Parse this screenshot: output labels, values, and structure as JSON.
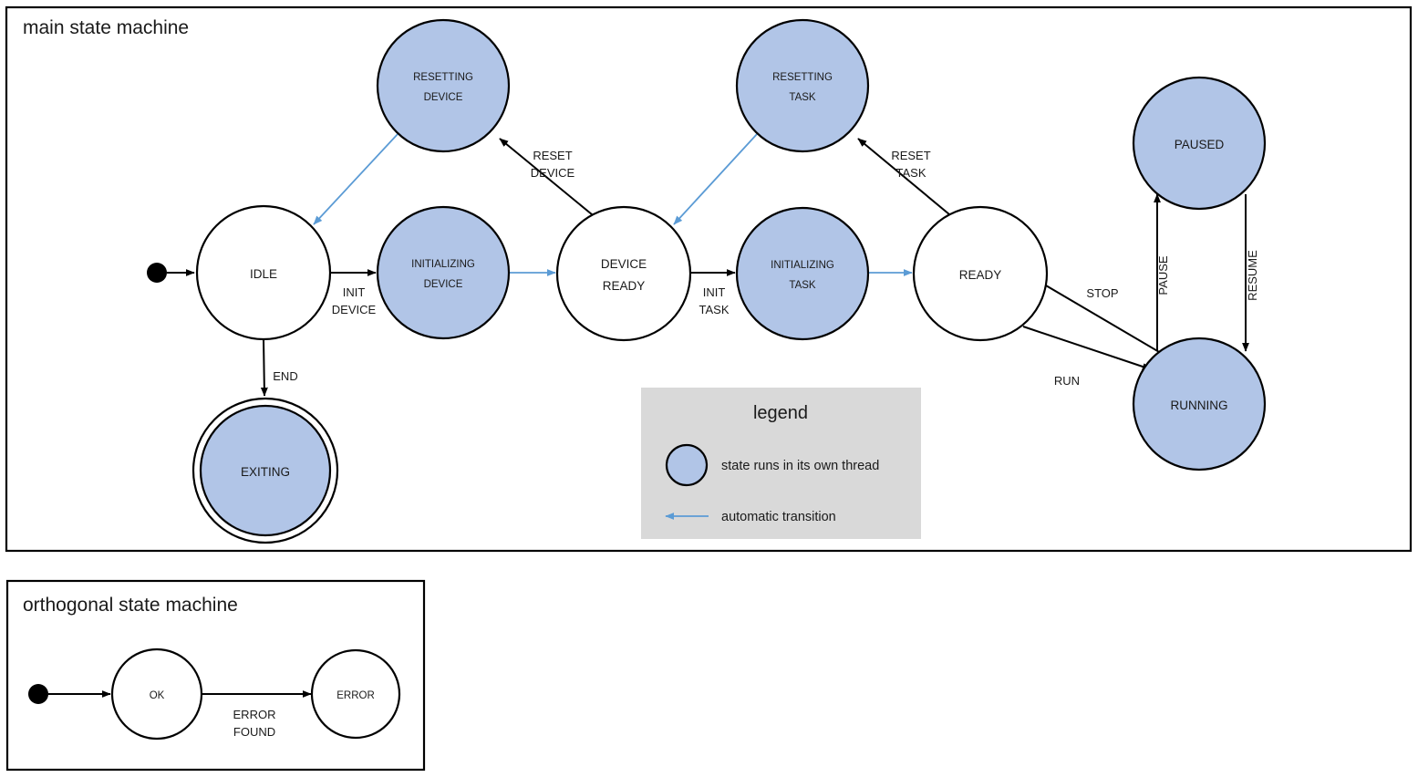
{
  "colors": {
    "thread_state_fill": "#b1c5e7",
    "auto_transition": "#5b9bd5",
    "legend_background": "#d9d9d9",
    "stroke": "#000000",
    "plain_state_fill": "#ffffff"
  },
  "main_frame": {
    "title": "main state machine",
    "states": [
      {
        "id": "idle",
        "label_line1": "IDLE",
        "label_line2": "",
        "threaded": false,
        "final": false
      },
      {
        "id": "resetting-device",
        "label_line1": "RESETTING",
        "label_line2": "DEVICE",
        "threaded": true,
        "final": false
      },
      {
        "id": "initializing-device",
        "label_line1": "INITIALIZING",
        "label_line2": "DEVICE",
        "threaded": true,
        "final": false
      },
      {
        "id": "device-ready",
        "label_line1": "DEVICE",
        "label_line2": "READY",
        "threaded": false,
        "final": false
      },
      {
        "id": "resetting-task",
        "label_line1": "RESETTING",
        "label_line2": "TASK",
        "threaded": true,
        "final": false
      },
      {
        "id": "initializing-task",
        "label_line1": "INITIALIZING",
        "label_line2": "TASK",
        "threaded": true,
        "final": false
      },
      {
        "id": "ready",
        "label_line1": "READY",
        "label_line2": "",
        "threaded": false,
        "final": false
      },
      {
        "id": "paused",
        "label_line1": "PAUSED",
        "label_line2": "",
        "threaded": true,
        "final": false
      },
      {
        "id": "running",
        "label_line1": "RUNNING",
        "label_line2": "",
        "threaded": true,
        "final": false
      },
      {
        "id": "exiting",
        "label_line1": "EXITING",
        "label_line2": "",
        "threaded": true,
        "final": true
      }
    ],
    "transitions": [
      {
        "from": "initial",
        "to": "idle",
        "label_line1": "",
        "label_line2": "",
        "automatic": false
      },
      {
        "from": "idle",
        "to": "initializing-device",
        "label_line1": "INIT",
        "label_line2": "DEVICE",
        "automatic": false
      },
      {
        "from": "idle",
        "to": "exiting",
        "label_line1": "END",
        "label_line2": "",
        "automatic": false
      },
      {
        "from": "initializing-device",
        "to": "device-ready",
        "label_line1": "",
        "label_line2": "",
        "automatic": true
      },
      {
        "from": "device-ready",
        "to": "resetting-device",
        "label_line1": "RESET",
        "label_line2": "DEVICE",
        "automatic": false
      },
      {
        "from": "resetting-device",
        "to": "idle",
        "label_line1": "",
        "label_line2": "",
        "automatic": true
      },
      {
        "from": "device-ready",
        "to": "initializing-task",
        "label_line1": "INIT",
        "label_line2": "TASK",
        "automatic": false
      },
      {
        "from": "initializing-task",
        "to": "ready",
        "label_line1": "",
        "label_line2": "",
        "automatic": true
      },
      {
        "from": "ready",
        "to": "resetting-task",
        "label_line1": "RESET",
        "label_line2": "TASK",
        "automatic": false
      },
      {
        "from": "resetting-task",
        "to": "device-ready",
        "label_line1": "",
        "label_line2": "",
        "automatic": true
      },
      {
        "from": "ready",
        "to": "running",
        "label_line1": "RUN",
        "label_line2": "",
        "automatic": false
      },
      {
        "from": "running",
        "to": "ready",
        "label_line1": "STOP",
        "label_line2": "",
        "automatic": false
      },
      {
        "from": "running",
        "to": "paused",
        "label_line1": "PAUSE",
        "label_line2": "",
        "automatic": false
      },
      {
        "from": "paused",
        "to": "running",
        "label_line1": "RESUME",
        "label_line2": "",
        "automatic": false
      }
    ]
  },
  "legend": {
    "title": "legend",
    "items": [
      {
        "symbol": "thread-state-swatch",
        "text": "state runs in its own thread"
      },
      {
        "symbol": "auto-transition-arrow",
        "text": "automatic transition"
      }
    ]
  },
  "orthogonal_frame": {
    "title": "orthogonal state machine",
    "states": [
      {
        "id": "ok",
        "label": "OK"
      },
      {
        "id": "error",
        "label": "ERROR"
      }
    ],
    "transitions": [
      {
        "from": "initial",
        "to": "ok",
        "label_line1": "",
        "label_line2": ""
      },
      {
        "from": "ok",
        "to": "error",
        "label_line1": "ERROR",
        "label_line2": "FOUND"
      }
    ]
  }
}
